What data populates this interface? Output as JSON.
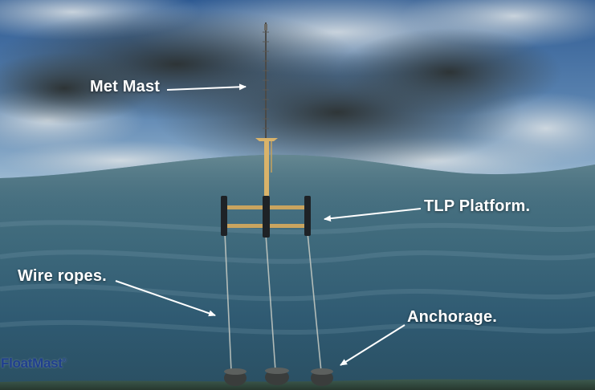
{
  "labels": {
    "met_mast": "Met Mast",
    "tlp_platform": "TLP Platform.",
    "wire_ropes": "Wire ropes.",
    "anchorage": "Anchorage."
  },
  "logo": {
    "text": "FloatMast",
    "mark": "®"
  },
  "colors": {
    "sky": "#3d6fa3",
    "clouds": "#6e7f88",
    "water": "#3f6b80",
    "platform_columns": "#1e2226",
    "mast": "#d9b36a",
    "labels": "#ffffff",
    "logo": "#1f3f8e"
  }
}
